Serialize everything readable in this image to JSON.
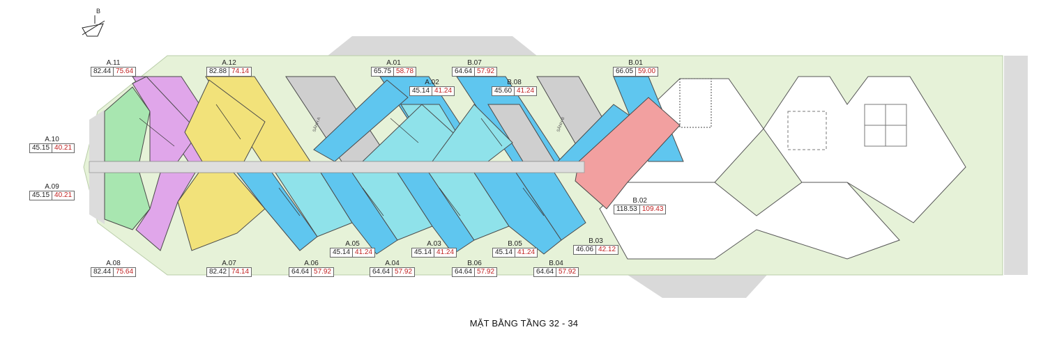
{
  "title": "MẶT BẰNG TẦNG 32 - 34",
  "compass": {
    "north_label": "B"
  },
  "lobbies": {
    "a": "SẢNH A",
    "b": "SẢNH B"
  },
  "colors": {
    "green": "#a8e6b0",
    "violet": "#e0a6ea",
    "yellow": "#f2e27a",
    "blue": "#5fc6ef",
    "cyan": "#8fe2ea",
    "red": "#f2a0a0",
    "gray": "#cfcfcf",
    "site": "#e6f2d8"
  },
  "units": [
    {
      "id": "A.11",
      "gross": "82.44",
      "net": "75.64"
    },
    {
      "id": "A.12",
      "gross": "82.88",
      "net": "74.14"
    },
    {
      "id": "A.01",
      "gross": "65.75",
      "net": "58.78"
    },
    {
      "id": "B.07",
      "gross": "64.64",
      "net": "57.92"
    },
    {
      "id": "A.02",
      "gross": "45.14",
      "net": "41.24"
    },
    {
      "id": "B.08",
      "gross": "45.60",
      "net": "41.24"
    },
    {
      "id": "B.01",
      "gross": "66.05",
      "net": "59.00"
    },
    {
      "id": "A.10",
      "gross": "45.15",
      "net": "40.21"
    },
    {
      "id": "A.09",
      "gross": "45.15",
      "net": "40.21"
    },
    {
      "id": "B.02",
      "gross": "118.53",
      "net": "109.43"
    },
    {
      "id": "B.03",
      "gross": "46.06",
      "net": "42.12"
    },
    {
      "id": "A.05",
      "gross": "45.14",
      "net": "41.24"
    },
    {
      "id": "A.03",
      "gross": "45.14",
      "net": "41.24"
    },
    {
      "id": "B.05",
      "gross": "45.14",
      "net": "41.24"
    },
    {
      "id": "A.08",
      "gross": "82.44",
      "net": "75.64"
    },
    {
      "id": "A.07",
      "gross": "82.42",
      "net": "74.14"
    },
    {
      "id": "A.06",
      "gross": "64.64",
      "net": "57.92"
    },
    {
      "id": "A.04",
      "gross": "64.64",
      "net": "57.92"
    },
    {
      "id": "B.06",
      "gross": "64.64",
      "net": "57.92"
    },
    {
      "id": "B.04",
      "gross": "64.64",
      "net": "57.92"
    }
  ]
}
